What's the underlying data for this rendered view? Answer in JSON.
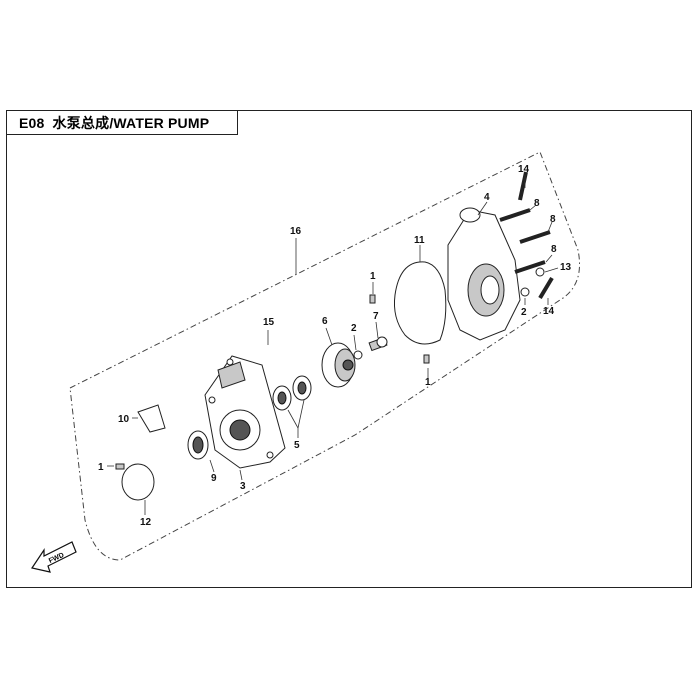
{
  "header": {
    "code": "E08",
    "title": "水泵总成/WATER PUMP"
  },
  "fwd_label": "FWD",
  "callouts": {
    "c1a": "1",
    "c1b": "1",
    "c1c": "1",
    "c2a": "2",
    "c2b": "2",
    "c3": "3",
    "c4": "4",
    "c5": "5",
    "c6": "6",
    "c7": "7",
    "c8a": "8",
    "c8b": "8",
    "c8c": "8",
    "c9": "9",
    "c10": "10",
    "c11": "11",
    "c12": "12",
    "c13": "13",
    "c14a": "14",
    "c14b": "14",
    "c15": "15",
    "c16": "16"
  }
}
